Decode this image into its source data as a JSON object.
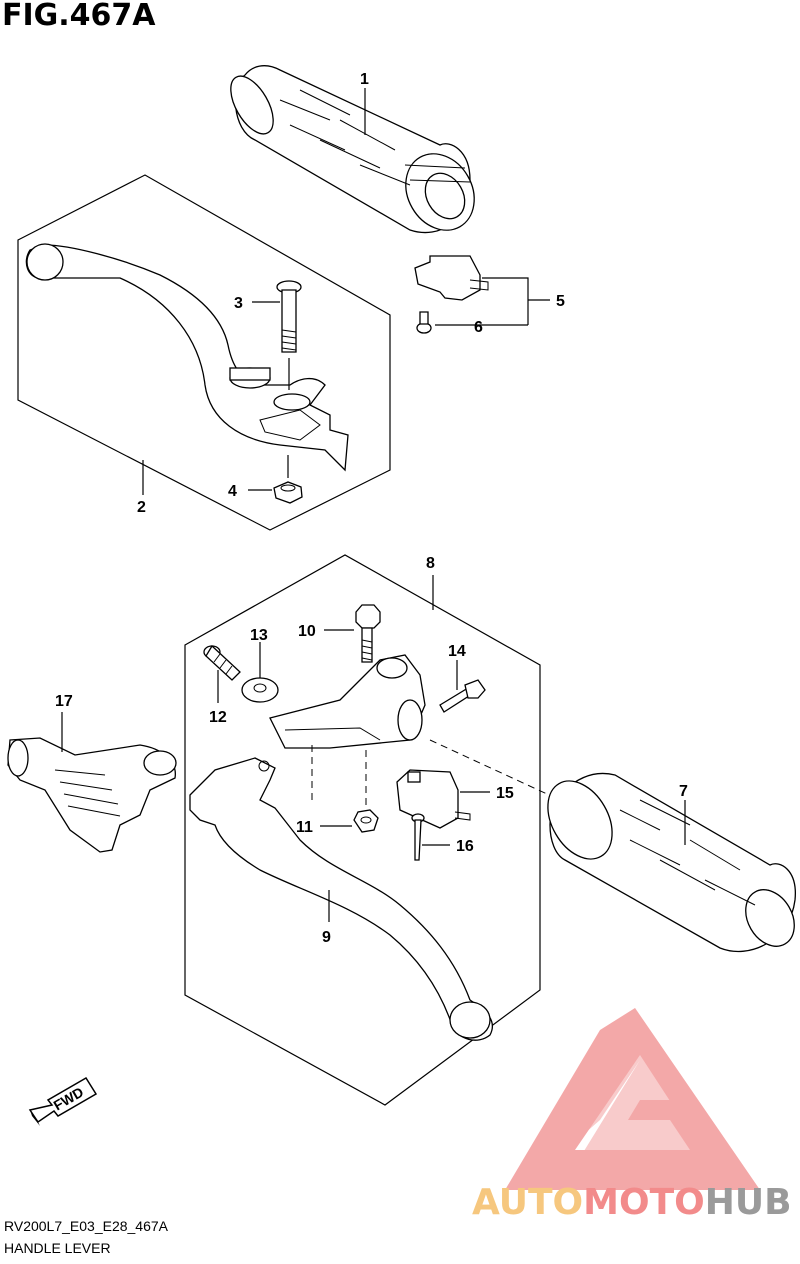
{
  "figure": {
    "title": "FIG.467A",
    "code": "RV200L7_E03_E28_467A",
    "name": "HANDLE LEVER"
  },
  "callouts": [
    "1",
    "2",
    "3",
    "4",
    "5",
    "6",
    "7",
    "8",
    "9",
    "10",
    "11",
    "12",
    "13",
    "14",
    "15",
    "16",
    "17"
  ],
  "fwd_label": "FWD",
  "watermark": {
    "part1": "AUTO",
    "part2": "MOTO",
    "part3": "HUB",
    "colors": {
      "auto": "#f6c77e",
      "moto": "#f28b8b",
      "hub": "#9a9a9a",
      "logo": "#f29a9a"
    }
  }
}
